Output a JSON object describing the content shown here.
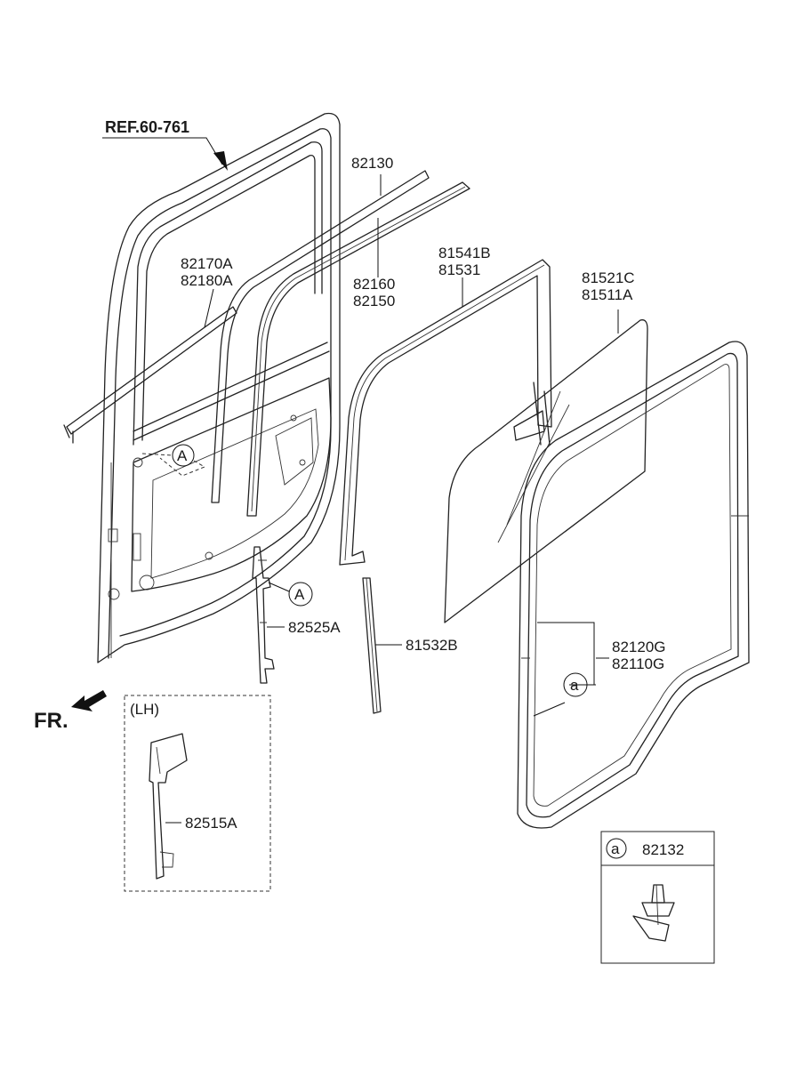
{
  "labels": {
    "ref": "REF.60-761",
    "p82130": "82130",
    "p82170A": "82170A",
    "p82180A": "82180A",
    "p82160": "82160",
    "p82150": "82150",
    "p81541B": "81541B",
    "p81531": "81531",
    "p81521C": "81521C",
    "p81511A": "81511A",
    "p82525A": "82525A",
    "p81532B": "81532B",
    "p82120G": "82120G",
    "p82110G": "82110G",
    "p82515A": "82515A",
    "p82132": "82132",
    "lh": "(LH)",
    "fr": "FR."
  },
  "callouts": {
    "a_upper": "A",
    "a_lower": "A",
    "small_a_main": "a",
    "small_a_box": "a"
  },
  "icons": {
    "front_direction": "arrow-icon"
  }
}
